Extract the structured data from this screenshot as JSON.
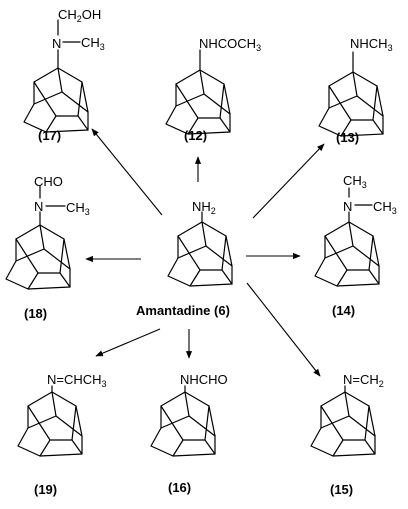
{
  "center": {
    "substituent": "NH2",
    "label": "Amantadine (6)"
  },
  "compounds": [
    {
      "id": "17",
      "label": "(17)",
      "substituent": "CH2OH N–CH3"
    },
    {
      "id": "12",
      "label": "(12)",
      "substituent": "NHCOCH3"
    },
    {
      "id": "13",
      "label": "(13)",
      "substituent": "NHCH3"
    },
    {
      "id": "18",
      "label": "(18)",
      "substituent": "CHO N–CH3"
    },
    {
      "id": "14",
      "label": "(14)",
      "substituent": "CH3 N–CH3"
    },
    {
      "id": "19",
      "label": "(19)",
      "substituent": "N=CHCH3"
    },
    {
      "id": "16",
      "label": "(16)",
      "substituent": "NHCHO"
    },
    {
      "id": "15",
      "label": "(15)",
      "substituent": "N=CH2"
    }
  ],
  "colors": {
    "ink": "#000000",
    "background": "#ffffff"
  }
}
